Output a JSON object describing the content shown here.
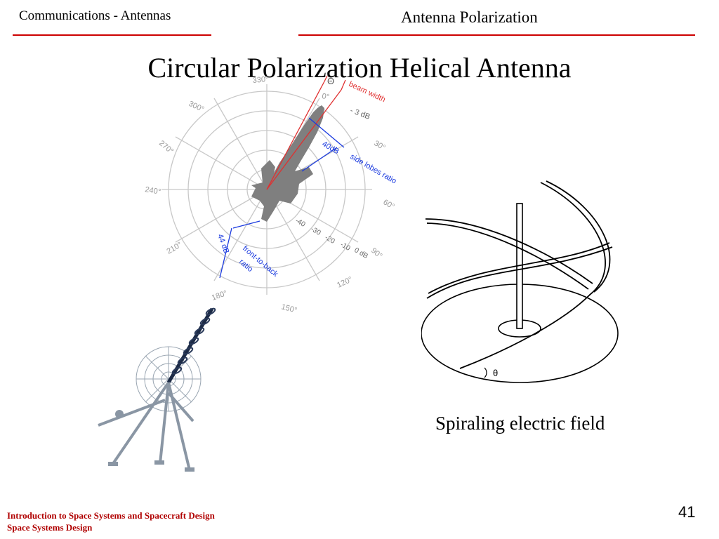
{
  "header": {
    "left_title": "Communications - Antennas",
    "right_title": "Antenna Polarization"
  },
  "slide": {
    "title": "Circular Polarization Helical Antenna",
    "caption": "Spiraling electric field",
    "page_number": "41"
  },
  "footer": {
    "line1": "Introduction to Space Systems and Spacecraft Design",
    "line2": "Space Systems Design"
  },
  "polar_plot": {
    "angle_labels": [
      "330°",
      "300°",
      "270°",
      "240°",
      "210°",
      "180°",
      "150°",
      "120°",
      "90°",
      "60°",
      "30°",
      "0°"
    ],
    "db_labels": [
      "-40",
      "-30",
      "-20",
      "-10",
      "0 dB"
    ],
    "annotations": {
      "theta": "Θ",
      "beam_width": "beam width",
      "minus3db": "- 3 dB",
      "db40": "40dB",
      "side_lobes": "side lobes ratio",
      "db44": "44 dB",
      "front_to_back": "front-to-back",
      "ratio": "ratio"
    }
  },
  "helix_diagram": {
    "angle_label": "θ"
  },
  "colors": {
    "rule": "#cc0000",
    "footer_text": "#b00000",
    "annotation_blue": "#1a3adf",
    "annotation_red": "#e03030",
    "lobe_gray": "#7f7f7f"
  }
}
